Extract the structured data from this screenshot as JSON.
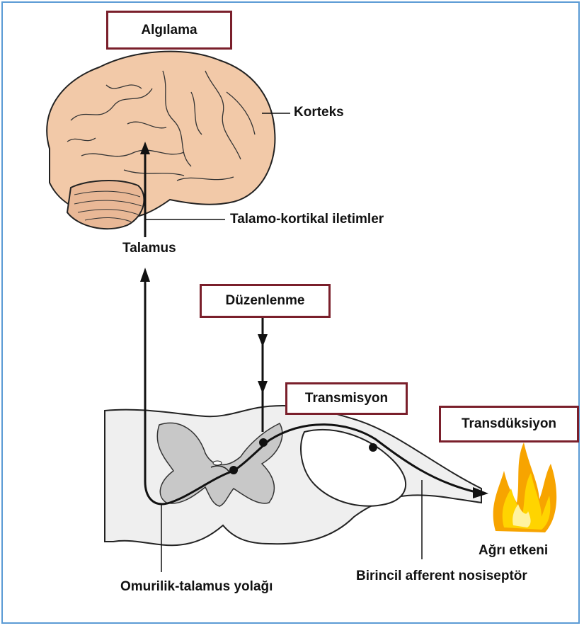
{
  "stages": {
    "perception": "Algılama",
    "modulation": "Düzenlenme",
    "transmission": "Transmisyon",
    "transduction": "Transdüksiyon"
  },
  "anatomy": {
    "cortex": "Korteks",
    "thalamocortical": "Talamo-kortikal iletimler",
    "thalamus": "Talamus",
    "spinothalamic": "Omurilik-talamus yolağı",
    "primary_afferent": "Birincil afferent nosiseptör",
    "pain_stimulus": "Ağrı etkeni"
  },
  "colors": {
    "box_border": "#7a1f2b",
    "frame_border": "#5b9bd5",
    "brain_fill": "#f2c9a8",
    "cord_gray": "#c8c8c8",
    "flame_yellow": "#ffd400",
    "flame_orange": "#f7a400"
  }
}
